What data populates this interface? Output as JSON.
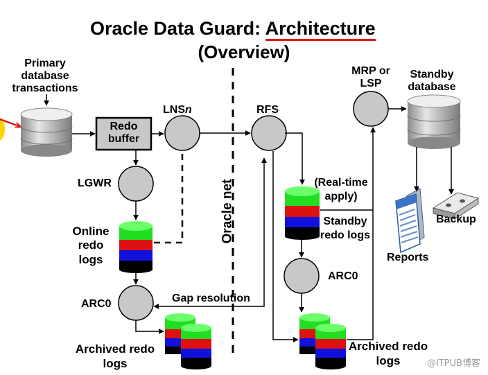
{
  "title": {
    "main": "Oracle Data Guard: ",
    "emphasis": "Architecture",
    "subtitle": "(Overview)"
  },
  "primary": {
    "transactions_label": [
      "Primary",
      "database",
      "transactions"
    ],
    "redo_buffer_label": [
      "Redo",
      "buffer"
    ],
    "lns_label_prefix": "LNS",
    "lns_label_suffix": "n",
    "lgwr_label": "LGWR",
    "online_redo_label": [
      "Online",
      "redo",
      "logs"
    ],
    "arc0_label": "ARC0",
    "archived_label": [
      "Archived redo",
      "logs"
    ]
  },
  "network": {
    "oracle_net_label": "Oracle net",
    "gap_resolution_label": "Gap resolution"
  },
  "standby": {
    "rfs_label": "RFS",
    "mrp_label": [
      "MRP or",
      "LSP"
    ],
    "standby_db_label": [
      "Standby",
      "database"
    ],
    "realtime_label": [
      "(Real-time",
      "apply)"
    ],
    "standby_redo_label": [
      "Standby",
      "redo logs"
    ],
    "arc0_label": "ARC0",
    "archived_label": [
      "Archived redo",
      "logs"
    ],
    "reports_label": "Reports",
    "backup_label": "Backup"
  },
  "watermark": "@ITPUB博客",
  "colors": {
    "accent_red": "#e01818",
    "log_green": "#22dd22",
    "log_red": "#dd1111",
    "log_blue": "#1111dd",
    "process_gray": "#c8c8c8"
  },
  "icons": [
    "database-cylinder-icon",
    "process-circle-icon",
    "redo-log-stack-icon",
    "reports-document-icon",
    "backup-tape-icon",
    "arrow-icon"
  ]
}
